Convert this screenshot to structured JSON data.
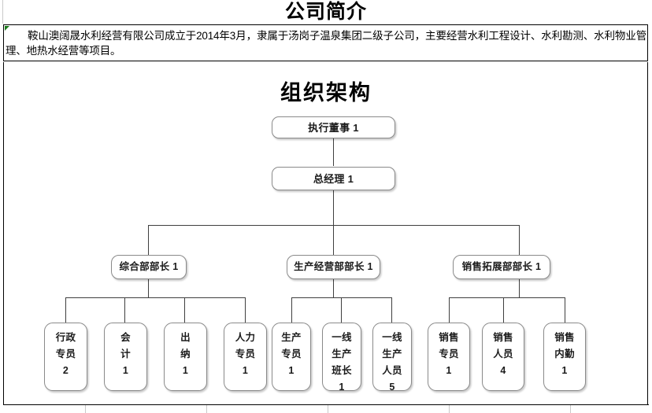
{
  "document": {
    "title": "公司简介",
    "paragraph": "鞍山澳阔晟水利经营有限公司成立于2014年3月，隶属于汤岗子温泉集团二级子公司，主要经营水利工程设计、水利勘测、水利物业管理、地热水经营等项目。",
    "comment_marker": "comment-indicator"
  },
  "org_chart": {
    "title": "组织架构",
    "colors": {
      "node_border": "#8a8a8a",
      "connector": "#3f3f3f",
      "text": "#1b1b1b",
      "background": "#ffffff"
    },
    "executive_director": {
      "label": "执行董事 1",
      "role": "执行董事",
      "count": "1"
    },
    "general_manager": {
      "label": "总经理 1",
      "role": "总经理",
      "count": "1"
    },
    "departments": [
      {
        "label": "综合部部长 1",
        "role": "综合部部长",
        "count": "1"
      },
      {
        "label": "生产经营部部长 1",
        "role": "生产经营部部长",
        "count": "1"
      },
      {
        "label": "销售拓展部部长 1",
        "role": "销售拓展部部长",
        "count": "1"
      }
    ],
    "staff": {
      "comprehensive": [
        {
          "line1": "行政",
          "line2": "专员",
          "count": "2"
        },
        {
          "line1": "会",
          "line2": "计",
          "count": "1"
        },
        {
          "line1": "出",
          "line2": "纳",
          "count": "1"
        },
        {
          "line1": "人力",
          "line2": "专员",
          "count": "1"
        }
      ],
      "production": [
        {
          "line1": "生产",
          "line2": "专员",
          "count": "1"
        },
        {
          "line1": "一线",
          "line2": "生产",
          "line3": "班长",
          "count": "1"
        },
        {
          "line1": "一线",
          "line2": "生产",
          "line3": "人员",
          "count": "5"
        }
      ],
      "sales": [
        {
          "line1": "销售",
          "line2": "专员",
          "count": "1"
        },
        {
          "line1": "销售",
          "line2": "人员",
          "count": "4"
        },
        {
          "line1": "销售",
          "line2": "内勤",
          "count": "1"
        }
      ]
    }
  }
}
